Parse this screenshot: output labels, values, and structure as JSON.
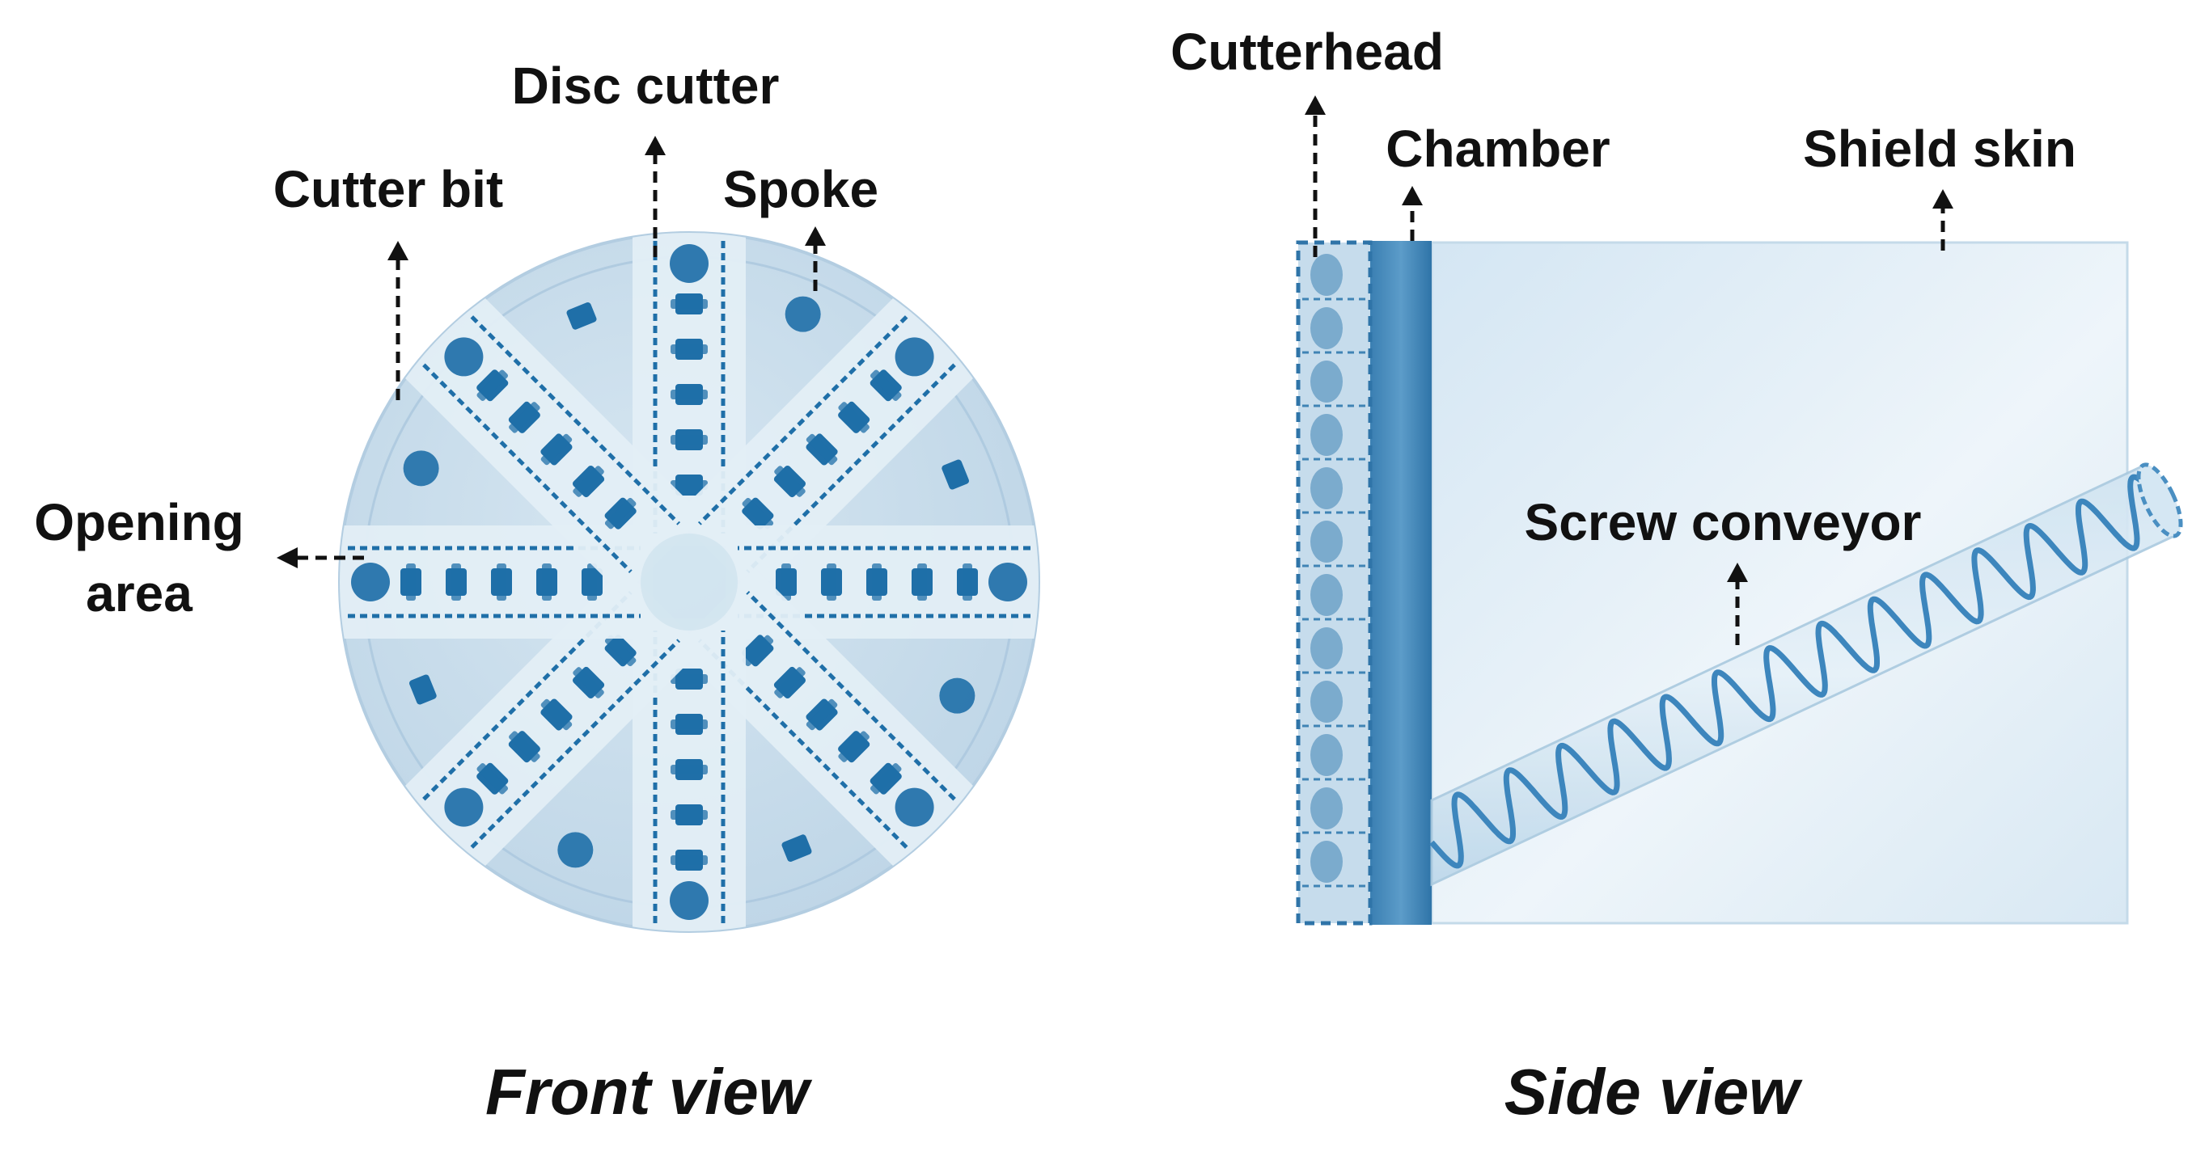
{
  "front_view": {
    "caption": "Front view",
    "labels": {
      "disc_cutter": "Disc cutter",
      "cutter_bit": "Cutter bit",
      "spoke": "Spoke",
      "opening_area_line1": "Opening",
      "opening_area_line2": "area"
    }
  },
  "side_view": {
    "caption": "Side view",
    "labels": {
      "cutterhead": "Cutterhead",
      "chamber": "Chamber",
      "shield_skin": "Shield skin",
      "screw_conveyor": "Screw conveyor"
    }
  },
  "colors": {
    "disc_face": "#c9dcea",
    "spoke": "#e3eef6",
    "accent": "#1f6fa8",
    "chamber": "#4d8fbf",
    "shield": "#dcebf5",
    "ink": "#111111"
  }
}
